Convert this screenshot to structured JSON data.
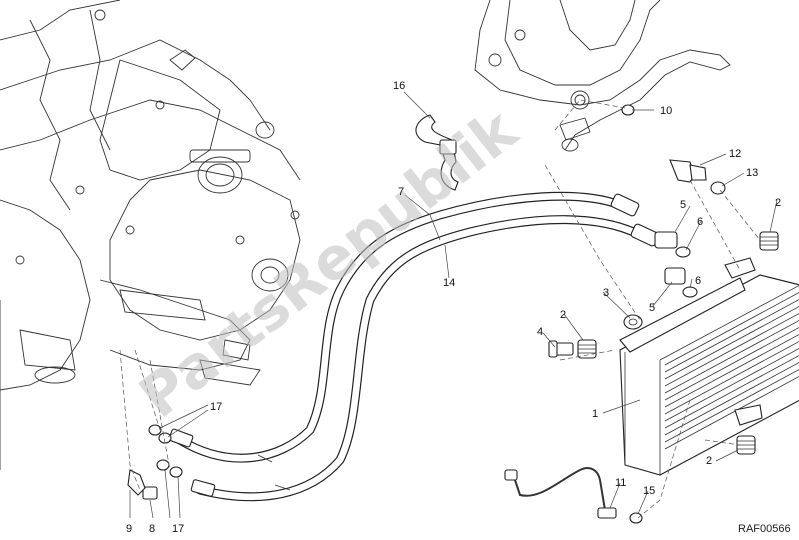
{
  "diagram": {
    "drawing_code": "RAF00566",
    "watermark": "PartsRepublik",
    "callouts": [
      "1",
      "2",
      "2",
      "2",
      "3",
      "4",
      "5",
      "5",
      "6",
      "6",
      "7",
      "8",
      "9",
      "10",
      "11",
      "12",
      "13",
      "14",
      "15",
      "16",
      "17",
      "17",
      "17"
    ]
  }
}
